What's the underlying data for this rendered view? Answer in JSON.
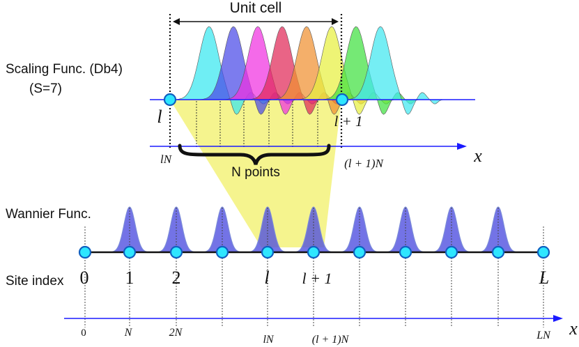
{
  "labels": {
    "unit_cell": "Unit cell",
    "scaling_func": "Scaling Func. (Db4)",
    "scaling_s": "(S=7)",
    "n_points": "N points",
    "wannier_func": "Wannier Func.",
    "site_index": "Site index"
  },
  "top_axis": {
    "site_left": "l",
    "site_right": "l + 1",
    "pos_left": "lN",
    "pos_right": "(l + 1)N",
    "axis_var": "x"
  },
  "sites": [
    "0",
    "1",
    "2",
    "l",
    "l + 1",
    "L"
  ],
  "positions": [
    "0",
    "N",
    "2N",
    "lN",
    "(l + 1)N",
    "LN"
  ],
  "bottom_axis_var": "x",
  "colors": {
    "axis_blue": "#1a1aff",
    "node_fill": "#2ee6ff",
    "node_stroke": "#1060c0",
    "wannier_fill": "#5050e0",
    "funnel_yellow": "#f3f27a",
    "scaling_palette": [
      "#38e8f0",
      "#4a4ae8",
      "#f030e0",
      "#e02858",
      "#f09030",
      "#e8f040",
      "#40e040",
      "#40e8f0"
    ]
  }
}
